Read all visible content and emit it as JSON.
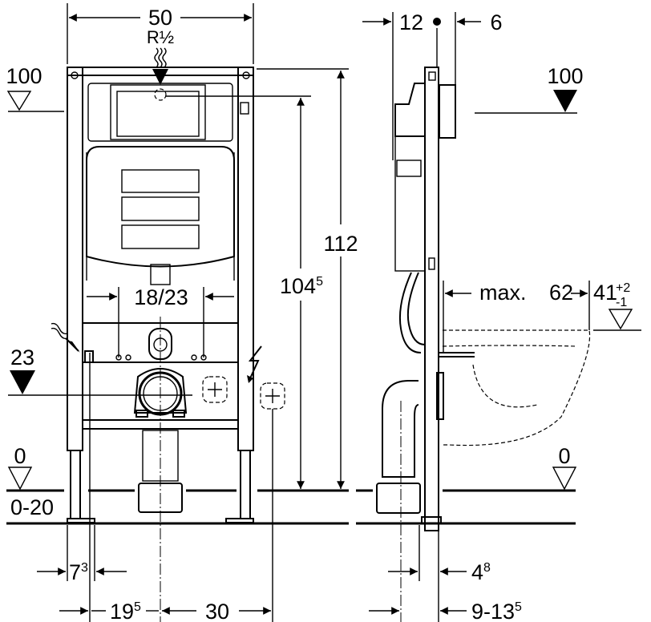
{
  "title": "Installation frame dimension drawing",
  "front_view": {
    "width": "50",
    "water_inlet": "R½",
    "level_top": "100",
    "height_total": "112",
    "height_inner": {
      "text": "104",
      "sup": "5"
    },
    "bolt_spacing": "18/23",
    "level_drain": "23",
    "level_floor": "0",
    "floor_adjust": "0-20",
    "post_width": {
      "text": "7",
      "sup": "3"
    },
    "post_to_center": {
      "text": "19",
      "sup": "5"
    },
    "center_to_power": "30"
  },
  "side_view": {
    "depth_frame": "12",
    "depth_plate": "6",
    "level_top": "100",
    "max_label": "max.",
    "max_projection": "62",
    "seat_height": {
      "text": "41",
      "tol_plus": "+2",
      "tol_minus": "-1"
    },
    "level_floor": "0",
    "pipe_offset": {
      "text": "4",
      "sup": "8"
    },
    "wall_distance": {
      "text": "9-13",
      "sup": "5"
    }
  }
}
